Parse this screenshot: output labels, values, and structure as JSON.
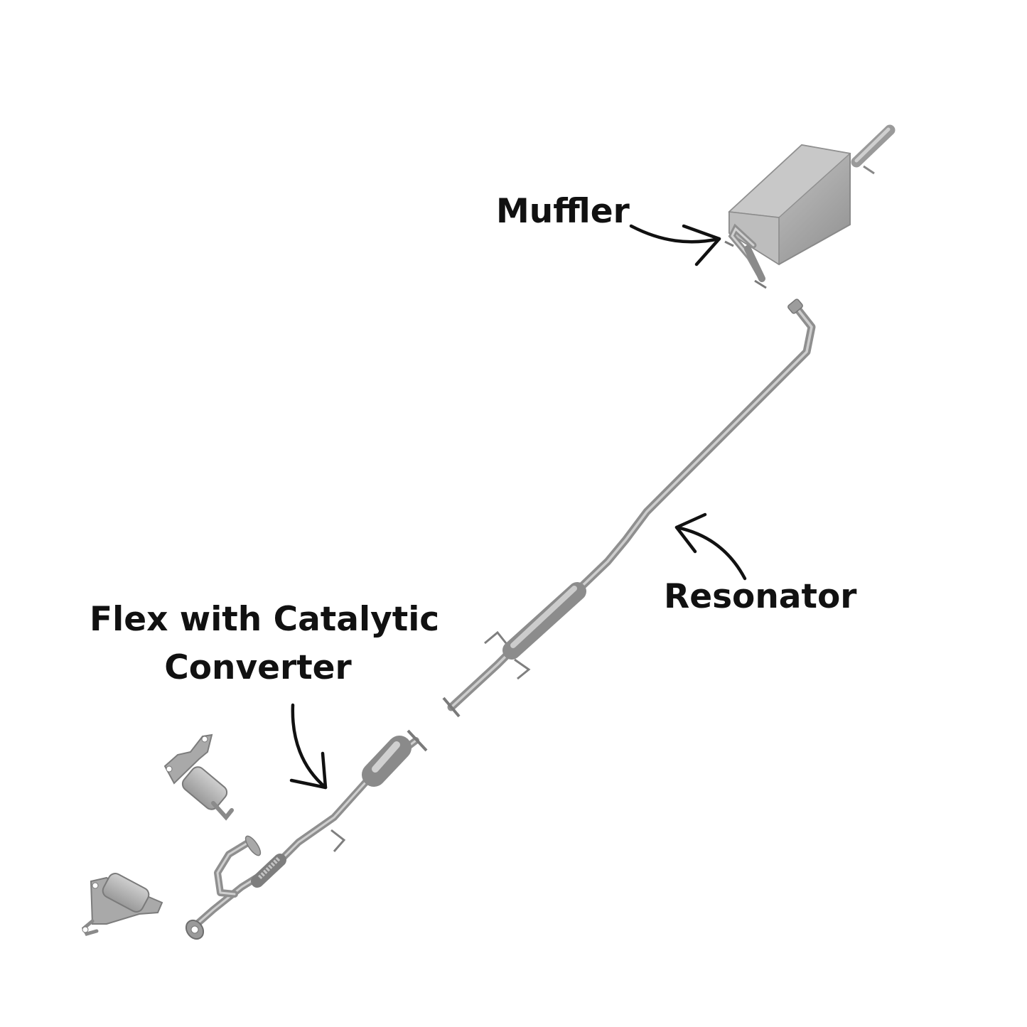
{
  "labels": {
    "muffler": "Muffler",
    "resonator": "Resonator",
    "flex_line1": "Flex with Catalytic",
    "flex_line2": "Converter"
  },
  "colors": {
    "background": "#ffffff",
    "text": "#111111",
    "arrow": "#111111",
    "part_body": "#b4b4b4",
    "part_dark": "#8a8a8a",
    "part_light": "#d2d2d2"
  }
}
